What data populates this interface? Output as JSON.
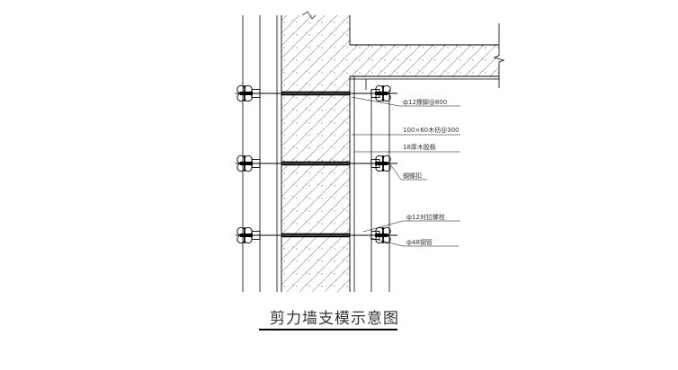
{
  "drawing": {
    "title": "剪力墙支模示意图",
    "labels": {
      "strut": "ф12撑脚@800",
      "batten": "100×60木枋@300",
      "plywood": "18厚木胶板",
      "butterfly_clip": "蝴蝶扣",
      "tie_bolt": "ф12对拉螺栓",
      "steel_pipe": "ф48钢管"
    }
  },
  "colors": {
    "line": "#000000",
    "hatch": "#555555",
    "text": "#333333",
    "background": "#ffffff"
  }
}
